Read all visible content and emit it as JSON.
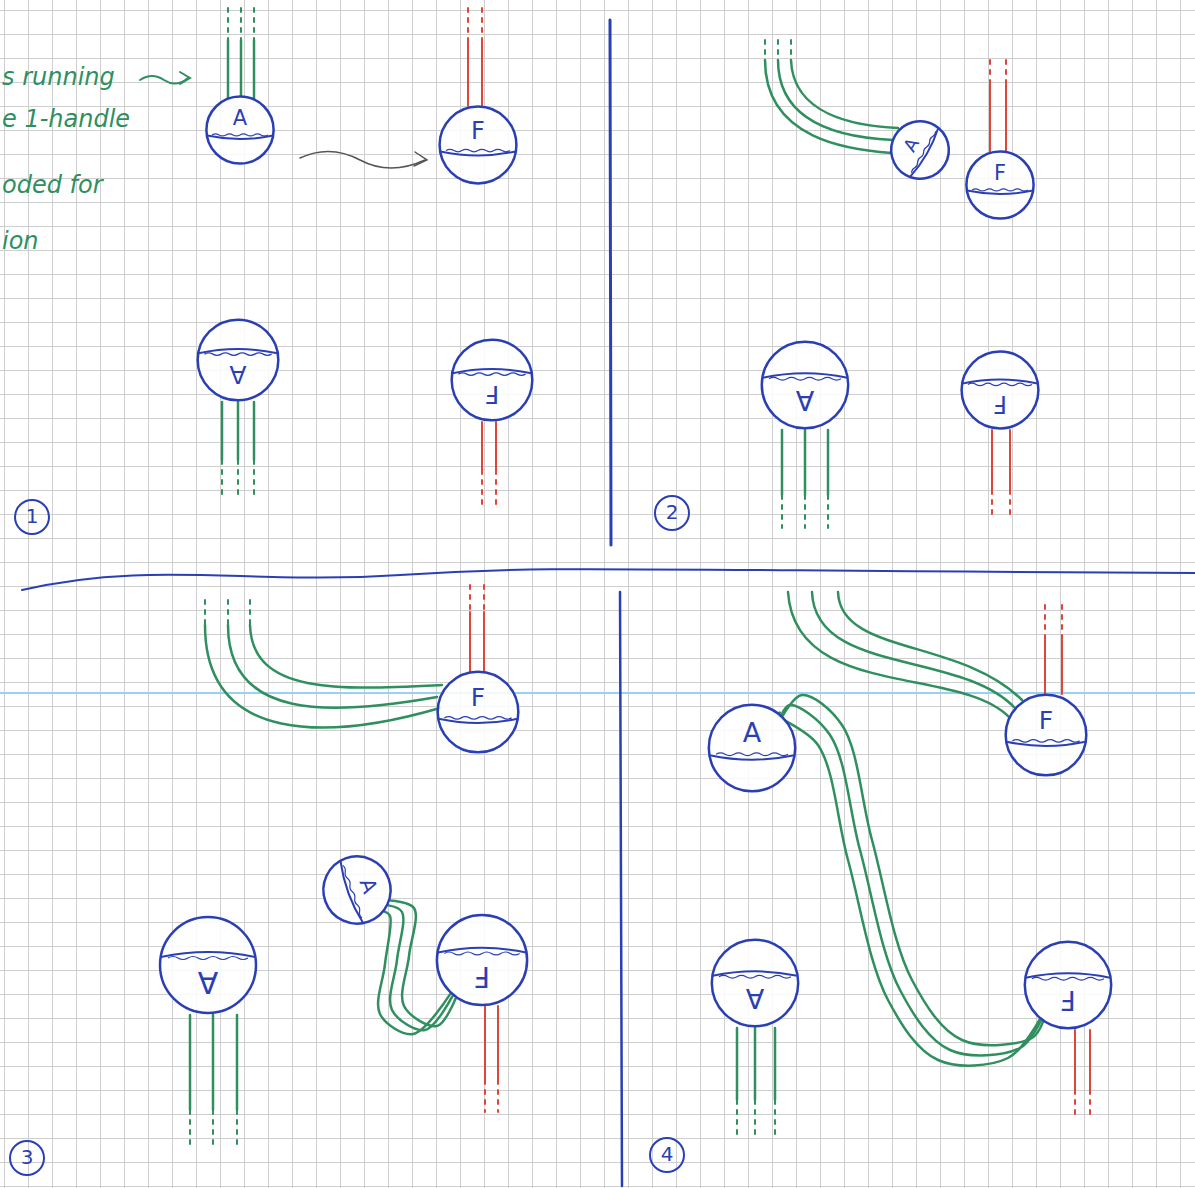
{
  "diagram": {
    "nodes": [
      {
        "text": [
          "A"
        ]
      },
      {
        "text": [
          "F"
        ]
      },
      {
        "text": [
          "A"
        ]
      },
      {
        "text": [
          "F"
        ]
      },
      {
        "text": [
          "A"
        ]
      },
      {
        "text": [
          "F"
        ]
      },
      {
        "text": [
          "A"
        ]
      },
      {
        "text": [
          "F"
        ]
      },
      {
        "text": [
          "F"
        ]
      },
      {
        "text": [
          "A"
        ]
      },
      {
        "text": [
          "A"
        ]
      },
      {
        "text": [
          "F"
        ]
      },
      {
        "text": [
          "A"
        ]
      },
      {
        "text": [
          "F"
        ]
      },
      {
        "text": [
          "A"
        ]
      },
      {
        "text": [
          "F"
        ]
      }
    ],
    "edges": [
      {
        "from": 9,
        "to": 11,
        "arrow": "none"
      },
      {
        "from": 12,
        "to": 15,
        "arrow": "none"
      }
    ],
    "labels": [
      "s running",
      "e 1-handle",
      "oded for",
      "ion",
      "1",
      "2",
      "3",
      "4"
    ]
  }
}
